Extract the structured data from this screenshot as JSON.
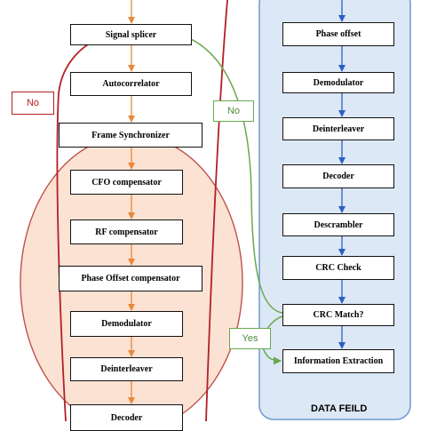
{
  "left_chain": [
    "Signal splicer",
    "Autocorrelator",
    "Frame Synchronizer",
    "CFO compensator",
    "RF compensator",
    "Phase Offset compensator",
    "Demodulator",
    "Deinterleaver",
    "Decoder"
  ],
  "data_field_chain": [
    "Phase offset",
    "Demodulator",
    "Deinterleaver",
    "Decoder",
    "Descrambler",
    "CRC Check",
    "CRC Match?",
    "Information Extraction"
  ],
  "data_field_title": "DATA FEILD",
  "labels": {
    "no_left": "No",
    "no_right": "No",
    "yes": "Yes"
  },
  "colors": {
    "orange": "#e9883a",
    "blue": "#2c5fc8",
    "red": "#b32025",
    "green": "#6aa84f",
    "ellipse_fill": "#fbe2d3",
    "panel_fill": "#dce8f5",
    "panel_border": "#6b9bd1"
  }
}
